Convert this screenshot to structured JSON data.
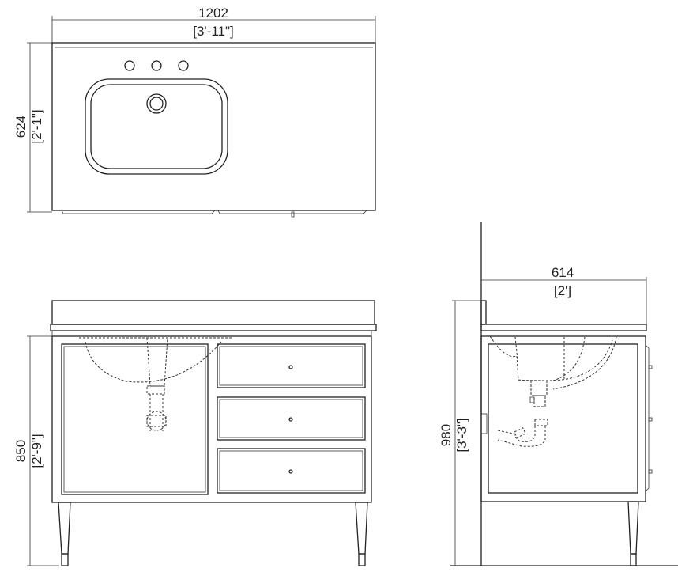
{
  "top_view": {
    "width_mm": "1202",
    "width_imperial": "[3'-11\"]",
    "depth_mm": "624",
    "depth_imperial": "[2'-1\"]"
  },
  "front_view": {
    "height_mm": "850",
    "height_imperial": "[2'-9\"]"
  },
  "side_view": {
    "depth_mm": "614",
    "depth_imperial": "[2']",
    "height_mm": "980",
    "height_imperial": "[3'-3\"]"
  }
}
